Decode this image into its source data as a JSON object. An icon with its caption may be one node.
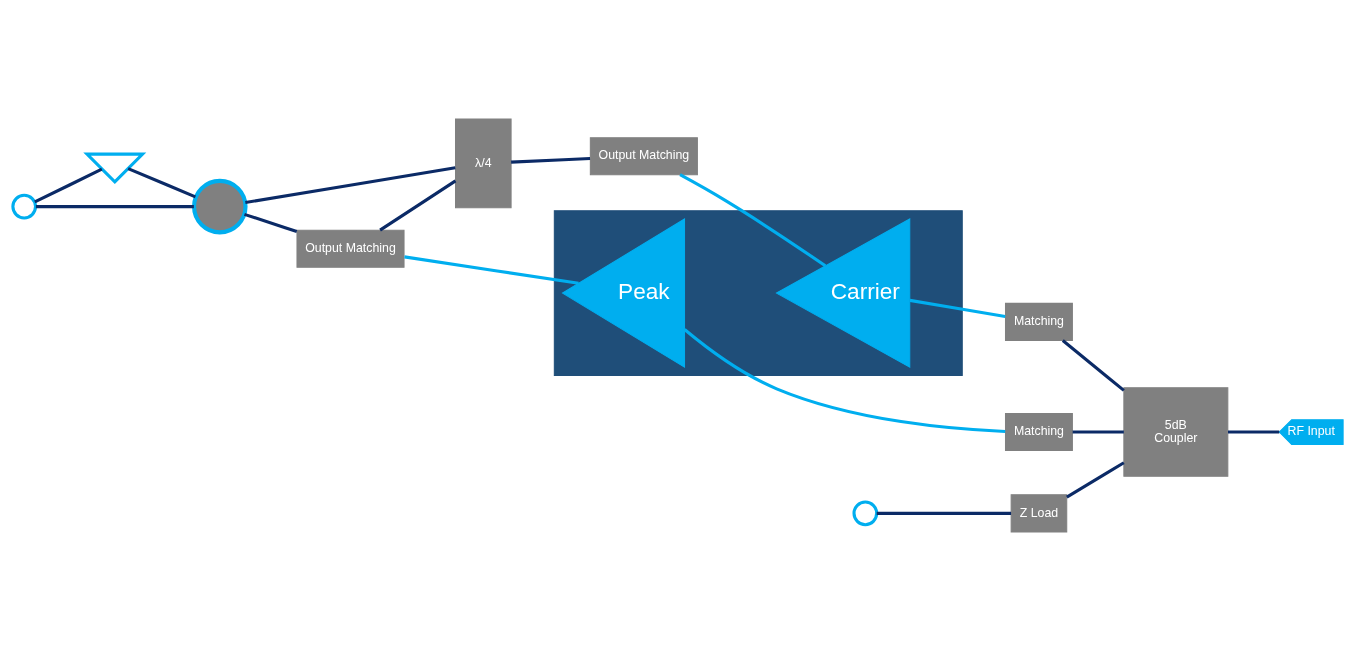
{
  "diagram": {
    "nodes": [
      {
        "text": [],
        "shape": "box"
      },
      {
        "text": [
          "Carrier"
        ],
        "in": 0
      },
      {
        "text": [
          "Peak"
        ],
        "in": 0
      },
      {
        "text": [
          "Output Matching"
        ]
      },
      {
        "text": [
          "Output Matching"
        ]
      },
      {
        "text": [
          "Matching"
        ]
      },
      {
        "text": [
          "Matching"
        ]
      },
      {
        "text": [
          "λ/4"
        ]
      },
      {
        "text": [
          "5dB",
          "Coupler"
        ]
      },
      {
        "text": [
          "RF Input"
        ]
      },
      {
        "text": [
          "Z Load"
        ]
      },
      {
        "text": [],
        "shape": "picture"
      },
      {
        "text": [],
        "shape": "circle"
      },
      {
        "text": [],
        "shape": "circle"
      },
      {
        "text": [],
        "shape": "circle"
      }
    ],
    "edges": [
      {
        "from": 9,
        "to": 8,
        "arrow": "none"
      },
      {
        "from": 8,
        "to": 5,
        "arrow": "none"
      },
      {
        "from": 8,
        "to": 6,
        "arrow": "none"
      },
      {
        "from": 8,
        "to": 10,
        "arrow": "none"
      },
      {
        "from": 10,
        "to": 14,
        "arrow": "none"
      },
      {
        "from": 5,
        "to": 1,
        "arrow": "none",
        "color": "#00aeef"
      },
      {
        "from": 6,
        "to": 2,
        "arrow": "none",
        "color": "#00aeef"
      },
      {
        "from": 1,
        "to": 3,
        "arrow": "none",
        "color": "#00aeef"
      },
      {
        "from": 2,
        "to": 4,
        "arrow": "none",
        "color": "#00aeef"
      },
      {
        "from": 3,
        "to": 7,
        "arrow": "none"
      },
      {
        "from": 7,
        "to": 4,
        "arrow": "none"
      },
      {
        "from": 7,
        "to": 12,
        "arrow": "none"
      },
      {
        "from": 4,
        "to": 12,
        "arrow": "none"
      },
      {
        "from": 12,
        "to": 11,
        "arrow": "none"
      },
      {
        "from": 12,
        "to": 13,
        "arrow": "none"
      },
      {
        "from": 11,
        "to": 13,
        "arrow": "none"
      }
    ]
  }
}
